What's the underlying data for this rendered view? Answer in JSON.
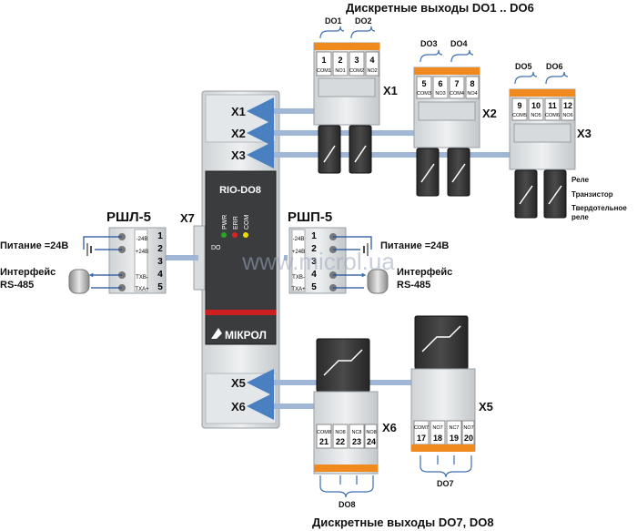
{
  "title_top": "Дискретные выходы DO1 .. DO6",
  "title_bottom": "Дискретные выходы DO7, DO8",
  "device": {
    "model": "RIO-DO8",
    "brand": "МІКРОЛ",
    "leds": [
      "PWR",
      "ERR",
      "COM"
    ],
    "do_label": "DO",
    "ports_right": [
      "X1",
      "X2",
      "X3",
      "X5",
      "X6"
    ],
    "port_left": "X7",
    "led_colors": {
      "pwr": "#22aa22",
      "err": "#dd2222",
      "com": "#eedd00"
    }
  },
  "left_connector": {
    "name": "РШЛ-5",
    "pins": [
      "1",
      "2",
      "3",
      "4",
      "5"
    ],
    "pin_labels": [
      "-24B",
      "+24B",
      "",
      "TXB-",
      "TXA+"
    ],
    "power_label": "Питание =24В",
    "iface_label": [
      "Интерфейс",
      "RS-485"
    ]
  },
  "right_connector": {
    "name": "РШП-5",
    "pins": [
      "1",
      "2",
      "3",
      "4",
      "5"
    ],
    "pin_labels": [
      "-24B",
      "+24B",
      "",
      "TXB-",
      "TXA+"
    ],
    "power_label": "Питание =24В",
    "iface_label": [
      "Интерфейс",
      "RS-485"
    ]
  },
  "blocks": {
    "x1": {
      "label": "X1",
      "outputs": [
        "DO1",
        "DO2"
      ],
      "pins": [
        "1",
        "2",
        "3",
        "4"
      ],
      "terms": [
        "COM1",
        "NO1",
        "COM2",
        "NO2"
      ]
    },
    "x2": {
      "label": "X2",
      "outputs": [
        "DO3",
        "DO4"
      ],
      "pins": [
        "5",
        "6",
        "7",
        "8"
      ],
      "terms": [
        "COM3",
        "NO3",
        "COM4",
        "NO4"
      ]
    },
    "x3": {
      "label": "X3",
      "outputs": [
        "DO5",
        "DO6"
      ],
      "pins": [
        "9",
        "10",
        "11",
        "12"
      ],
      "terms": [
        "COM5",
        "NO5",
        "COM6",
        "NO6"
      ]
    },
    "x5": {
      "label": "X5",
      "outputs": [
        "DO7"
      ],
      "pins": [
        "17",
        "18",
        "19",
        "20"
      ],
      "terms": [
        "COM7",
        "NO7",
        "NC7",
        "NO7"
      ]
    },
    "x6": {
      "label": "X6",
      "outputs": [
        "DO8"
      ],
      "pins": [
        "21",
        "22",
        "23",
        "24"
      ],
      "terms": [
        "COM8",
        "NO8",
        "NC8",
        "NO8"
      ]
    }
  },
  "legend": [
    "Реле",
    "Транзистор",
    "Твердотельное",
    "реле"
  ],
  "watermark": "www.microl.ua"
}
